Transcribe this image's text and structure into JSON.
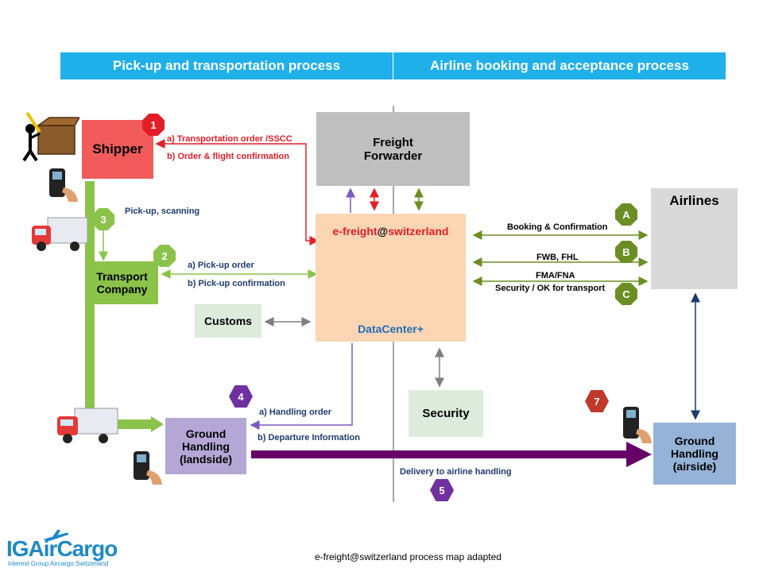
{
  "headers": {
    "left": "Pick-up and transportation process",
    "right": "Airline booking and acceptance process"
  },
  "boxes": {
    "shipper": "Shipper",
    "freight_forwarder": "Freight\nForwarder",
    "airlines": "Airlines",
    "transport_company": "Transport\nCompany",
    "customs": "Customs",
    "datacenter_title_pre": "e-freight",
    "datacenter_title_at": "@",
    "datacenter_title_post": "switzerland",
    "datacenter_sub": "DataCenter+",
    "security": "Security",
    "ground_landside": "Ground\nHandling\n(landside)",
    "ground_airside": "Ground\nHandling\n(airside)"
  },
  "labels": {
    "transport_order": "a) Transportation order /SSCC",
    "order_flight_conf": "b) Order & flight confirmation",
    "pickup_scanning": "Pick-up, scanning",
    "pickup_order": "a) Pick-up order",
    "pickup_conf": "b) Pick-up  confirmation",
    "booking_conf": "Booking  & Confirmation",
    "fwb_fhl": "FWB, FHL",
    "fma_fna": "FMA/FNA",
    "security_ok": "Security / OK for transport",
    "handling_order": "a) Handling  order",
    "departure_info": "b) Departure Information",
    "delivery": "Delivery  to airline handling"
  },
  "badges": {
    "b1": "1",
    "b2": "2",
    "b3": "3",
    "b4": "4",
    "b5": "5",
    "b7": "7",
    "bA": "A",
    "bB": "B",
    "bC": "C"
  },
  "logo": {
    "text": "IGAirCargo",
    "sub": "Interest Group Aircargo Switzerland"
  },
  "caption": "e-freight@switzerland process map adapted",
  "colors": {
    "header": "#1fb0ea",
    "shipper": "#f15b5b",
    "forwarder": "#bfbfbf",
    "airlines": "#d9d9d9",
    "transport": "#8bc34a",
    "customs": "#dcebdc",
    "datacenter": "#fcd5b5",
    "security": "#dcebdc",
    "ground_landside": "#b4a7d6",
    "ground_airside": "#95b3d7",
    "red": "#e41e26",
    "green": "#8bc34a",
    "olive": "#6b8e23",
    "purple": "#660066",
    "navy": "#1f3a6e",
    "grey_arrow": "#7f7f7f"
  }
}
